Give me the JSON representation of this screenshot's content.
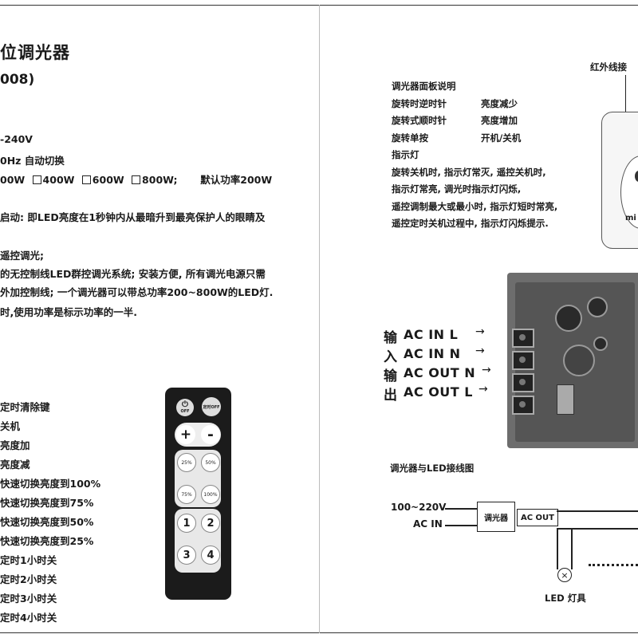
{
  "heading": {
    "title": "位调光器",
    "model": "008)"
  },
  "specs": {
    "voltage": "-240V",
    "frequency": "0Hz 自动切换",
    "power_options": [
      "00W",
      "400W",
      "600W",
      "800W;"
    ],
    "default_power": "默认功率200W"
  },
  "features": [
    "启动: 即LED亮度在1秒钟内从最暗升到最亮保护人的眼睛及",
    "遥控调光;",
    "的无控制线LED群控调光系统; 安装方便, 所有调光电源只需",
    "外加控制线; 一个调光器可以带总功率200~800W的LED灯.",
    "时,使用功率是标示功率的一半."
  ],
  "remote_legend": [
    "定时清除键",
    "关机",
    "亮度加",
    "亮度减",
    "快速切换亮度到100%",
    "快速切换亮度到75%",
    "快速切换亮度到50%",
    "快速切换亮度到25%",
    "定时1小时关",
    "定时2小时关",
    "定时3小时关",
    "定时4小时关"
  ],
  "remote": {
    "power_label": "OFF",
    "timer_label": "定时OFF",
    "plus": "+",
    "minus": "-",
    "btn_25": "25%",
    "btn_50": "50%",
    "btn_75": "75%",
    "btn_100": "100%",
    "btn_1": "1",
    "btn_2": "2",
    "btn_3": "3",
    "btn_4": "4"
  },
  "panel_info": {
    "title": "调光器面板说明",
    "rows": [
      {
        "action": "旋转时逆时针",
        "result": "亮度减少"
      },
      {
        "action": "旋转式顺时针",
        "result": "亮度增加"
      },
      {
        "action": "旋转单按",
        "result": "开机/关机"
      }
    ],
    "indicator_title": "指示灯",
    "indicator_lines": [
      "旋转关机时, 指示灯常灭, 遥控关机时,",
      "指示灯常亮, 调光时指示灯闪烁,",
      "遥控调制最大或最小时, 指示灯短时常亮,",
      "遥控定时关机过程中, 指示灯闪烁提示."
    ]
  },
  "infrared": {
    "label": "红外线接",
    "device_text": "mi"
  },
  "terminals": {
    "input_chars": [
      "输",
      "入"
    ],
    "output_chars": [
      "输",
      "出"
    ],
    "labels": [
      "AC IN L",
      "AC IN N",
      "AC OUT N",
      "AC OUT L"
    ]
  },
  "wiring": {
    "title": "调光器与LED接线图",
    "voltage": "100~220V",
    "ac_in": "AC IN",
    "dimmer": "调光器",
    "ac_out": "AC OUT",
    "led": "LED 灯具"
  }
}
